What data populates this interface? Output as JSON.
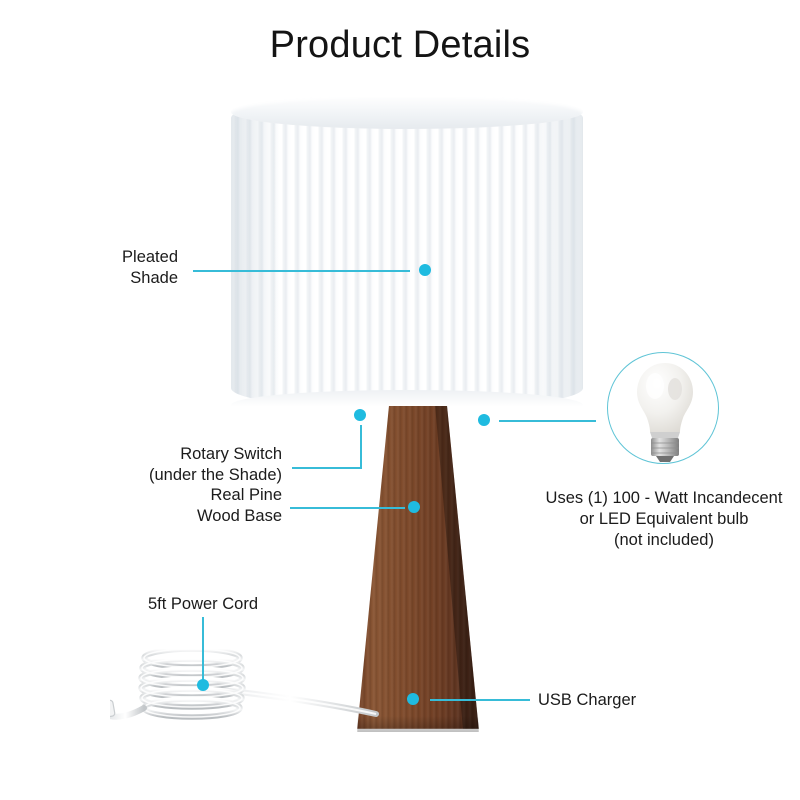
{
  "page": {
    "title": "Product Details",
    "background": "#ffffff"
  },
  "theme": {
    "accent": "#1fbbe0",
    "leader_line": "#37bcd8",
    "ring": "#5fc4d6",
    "text": "#1b1b1b",
    "wood_light": "#8a5634",
    "wood_dark": "#502b1b",
    "shade": "#ffffff"
  },
  "callouts": {
    "pleated_shade": {
      "label": "Pleated\nShade",
      "align": "right"
    },
    "rotary_switch": {
      "label": "Rotary Switch\n(under the Shade)",
      "align": "right"
    },
    "wood_base": {
      "label": "Real Pine\nWood Base",
      "align": "right"
    },
    "power_cord": {
      "label": "5ft Power Cord",
      "align": "center"
    },
    "usb_charger": {
      "label": "USB Charger",
      "align": "left"
    },
    "bulb": {
      "label": "Uses (1) 100 - Watt Incandecent\nor LED Equivalent bulb\n(not included)",
      "align": "center"
    }
  },
  "product": {
    "shade_type": "pleated drum shade",
    "base_material": "real pine wood",
    "base_finish": "walnut brown",
    "bulb_icon": "light-bulb-icon",
    "cord_icon": "coiled-power-cord-icon"
  }
}
